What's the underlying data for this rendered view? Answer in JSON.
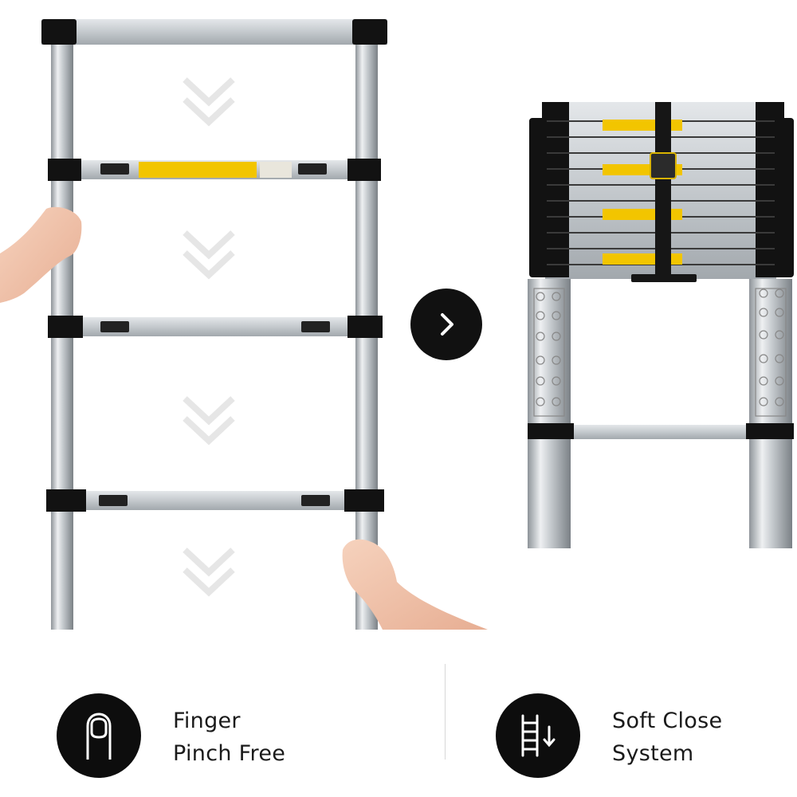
{
  "navigation": {
    "next_icon": "chevron-right-icon"
  },
  "features": [
    {
      "icon": "finger-icon",
      "line1": "Finger",
      "line2": "Pinch Free"
    },
    {
      "icon": "ladder-down-arrow-icon",
      "line1": "Soft Close",
      "line2": "System"
    }
  ],
  "colors": {
    "icon_circle": "#0d0d0d",
    "text": "#1a1a1a",
    "aluminum": "#c7cbcf",
    "caps": "#111111",
    "warning_label": "#f2c500"
  }
}
